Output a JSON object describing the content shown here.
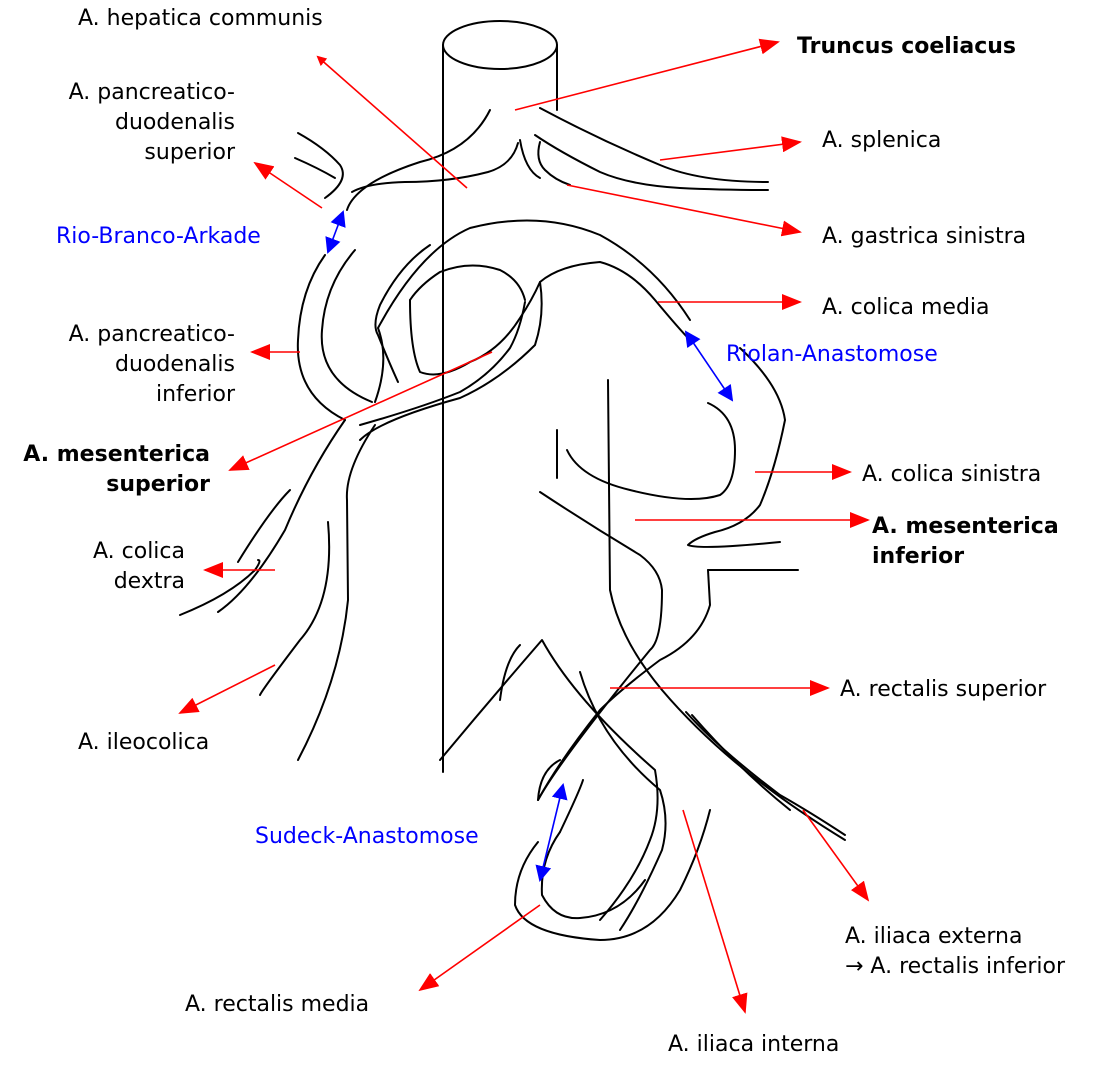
{
  "colors": {
    "artery": "#000000",
    "pointer": "#ff0000",
    "anastomosis": "#0000ff"
  },
  "labels": {
    "hepatica_communis": "A. hepatica communis",
    "truncus_coeliacus": "Truncus coeliacus",
    "pancreaticoduodenalis_superior": [
      "A. pancreatico-",
      "duodenalis",
      "superior"
    ],
    "splenica": "A. splenica",
    "rio_branco": "Rio-Branco-Arkade",
    "gastrica_sinistra": "A. gastrica sinistra",
    "colica_media": "A. colica media",
    "pancreaticoduodenalis_inferior": [
      "A. pancreatico-",
      "duodenalis",
      "inferior"
    ],
    "riolan": "Riolan-Anastomose",
    "mesenterica_superior": [
      "A. mesenterica",
      "superior"
    ],
    "colica_sinistra": "A. colica sinistra",
    "mesenterica_inferior": [
      "A. mesenterica",
      "inferior"
    ],
    "colica_dextra": [
      "A. colica",
      "dextra"
    ],
    "rectalis_superior": "A. rectalis superior",
    "ileocolica": "A. ileocolica",
    "sudeck": "Sudeck-Anastomose",
    "iliaca_externa": [
      "A. iliaca externa",
      "→ A. rectalis inferior"
    ],
    "rectalis_media": "A. rectalis media",
    "iliaca_interna": "A. iliaca interna"
  }
}
